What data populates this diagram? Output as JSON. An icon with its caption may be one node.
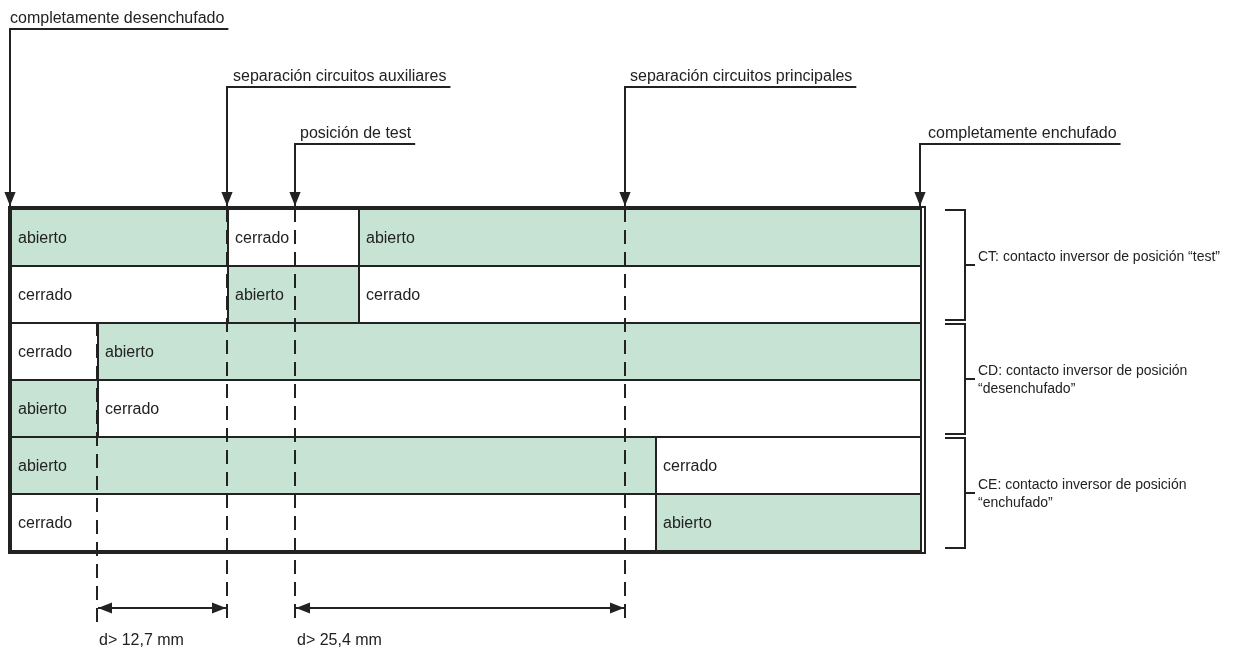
{
  "diagram": {
    "nodes": [
      {
        "text": [
          "completamente desenchufado"
        ]
      },
      {
        "text": [
          "separación circuitos auxiliares"
        ]
      },
      {
        "text": [
          "posición de test"
        ]
      },
      {
        "text": [
          "separación circuitos principales"
        ]
      },
      {
        "text": [
          "completamente enchufado"
        ]
      },
      {
        "text": [],
        "shape": "box"
      }
    ],
    "edges": [
      {
        "from": 0,
        "to": 5,
        "arrow": "to"
      },
      {
        "from": 1,
        "to": 5,
        "arrow": "to"
      },
      {
        "from": 2,
        "to": 5,
        "arrow": "to"
      },
      {
        "from": 3,
        "to": 5,
        "arrow": "to"
      },
      {
        "from": 4,
        "to": 5,
        "arrow": "to"
      }
    ],
    "labels": [
      "abierto",
      "cerrado",
      "abierto",
      "cerrado",
      "abierto",
      "cerrado",
      "CT: contacto inversor de posición “test”",
      "cerrado",
      "abierto",
      "abierto",
      "cerrado",
      "CD: contacto inversor de posición “desenchufado”",
      "abierto",
      "cerrado",
      "cerrado",
      "abierto",
      "CE: contacto inversor de posición “enchufado”",
      "d> 12,7 mm",
      "d> 25,4 mm"
    ]
  }
}
